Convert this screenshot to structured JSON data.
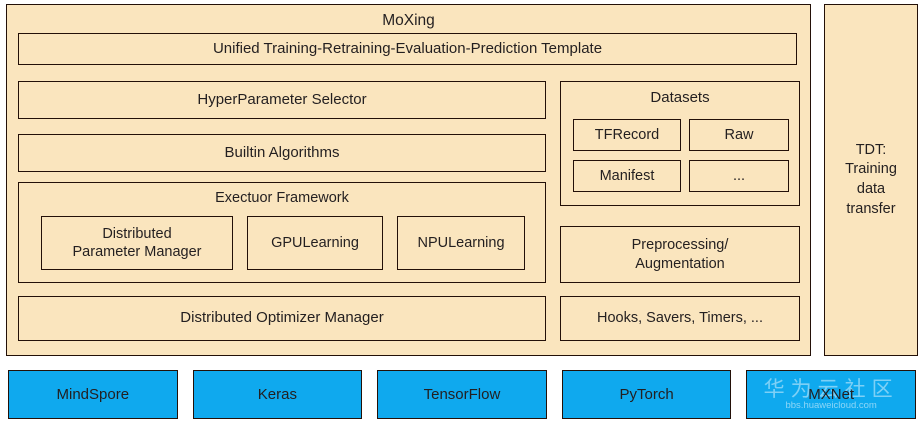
{
  "diagram": {
    "title": "MoXing",
    "colors": {
      "panel_fill": "#fae5be",
      "panel_border": "#231008",
      "framework_fill": "#0fa9ee",
      "text": "#231f20",
      "page_background": "#ffffff"
    }
  },
  "moxing": {
    "title": "MoXing",
    "template_row": "Unified Training-Retraining-Evaluation-Prediction Template",
    "left_column": {
      "hyperparameter_selector": "HyperParameter Selector",
      "builtin_algorithms": "Builtin Algorithms",
      "executor": {
        "title": "Exectuor Framework",
        "items": [
          "Distributed\nParameter Manager",
          "GPULearning",
          "NPULearning"
        ],
        "item_0_line_1": "Distributed",
        "item_0_line_2": "Parameter Manager",
        "item_1": "GPULearning",
        "item_2": "NPULearning"
      },
      "distributed_optimizer_manager": "Distributed Optimizer Manager"
    },
    "right_column": {
      "datasets": {
        "title": "Datasets",
        "items": [
          "TFRecord",
          "Raw",
          "Manifest",
          "..."
        ]
      },
      "preprocessing_line_1": "Preprocessing/",
      "preprocessing_line_2": "Augmentation",
      "hooks": "Hooks, Savers, Timers, ..."
    }
  },
  "tdt": {
    "line_1": "TDT:",
    "line_2": "Training",
    "line_3": "data",
    "line_4": "transfer"
  },
  "frameworks": {
    "items": [
      {
        "label": "MindSpore"
      },
      {
        "label": "Keras"
      },
      {
        "label": "TensorFlow"
      },
      {
        "label": "PyTorch"
      },
      {
        "label": "MXNet"
      }
    ]
  },
  "watermark": {
    "chinese": "华为云社区",
    "url": "bbs.huaweicloud.com"
  }
}
